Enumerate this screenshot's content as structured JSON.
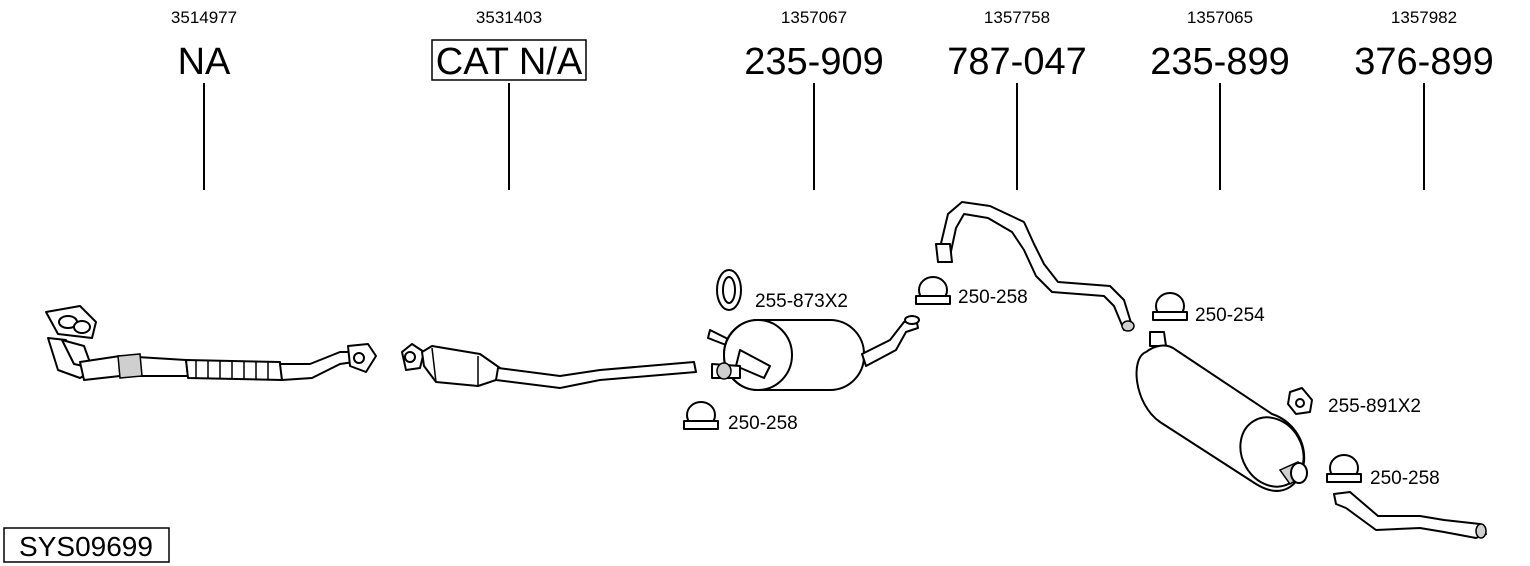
{
  "diagram": {
    "parts": [
      {
        "ref": "3514977",
        "code": "NA",
        "boxed": false
      },
      {
        "ref": "3531403",
        "code": "CAT N/A",
        "boxed": true
      },
      {
        "ref": "1357067",
        "code": "235-909",
        "boxed": false
      },
      {
        "ref": "1357758",
        "code": "787-047",
        "boxed": false
      },
      {
        "ref": "1357065",
        "code": "235-899",
        "boxed": false
      },
      {
        "ref": "1357982",
        "code": "376-899",
        "boxed": false
      }
    ],
    "accessories": [
      {
        "label": "255-873X2",
        "icon": "rubber-ring-icon"
      },
      {
        "label": "250-258",
        "icon": "clamp-icon"
      },
      {
        "label": "250-258",
        "icon": "clamp-icon"
      },
      {
        "label": "250-254",
        "icon": "clamp-icon"
      },
      {
        "label": "255-891X2",
        "icon": "rubber-hanger-icon"
      },
      {
        "label": "250-258",
        "icon": "clamp-icon"
      }
    ],
    "system_id": "SYS09699"
  }
}
